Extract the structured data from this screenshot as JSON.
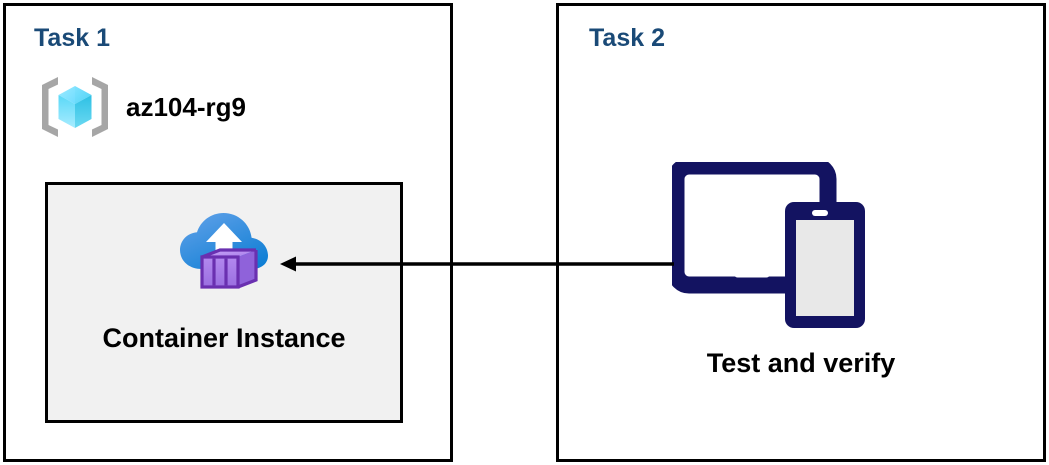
{
  "diagram": {
    "type": "azure-architecture-task-diagram",
    "background_color": "#ffffff",
    "panel_border_color": "#000000",
    "title_color": "#1a4a77",
    "panels": [
      {
        "id": "task1",
        "title": "Task 1",
        "resource_group": {
          "icon": "azure-resource-group-icon",
          "label": "az104-rg9",
          "bracket_color": "#a0a0a0",
          "cube_color": "#50e6ff"
        },
        "resource": {
          "icon": "azure-container-instance-icon",
          "label": "Container Instance",
          "box_fill": "#f1f1f1",
          "cloud_color": "#3b8fe0",
          "container_color": "#a67ae8"
        }
      },
      {
        "id": "task2",
        "title": "Task 2",
        "resource": {
          "icon": "devices-tablet-phone-icon",
          "label": "Test and verify",
          "device_color": "#131361",
          "phone_screen_color": "#e8e8e8"
        }
      }
    ],
    "connector": {
      "name": "task2-to-container-instance-arrow",
      "direction": "right-to-left",
      "color": "#000000",
      "from": "Test and verify",
      "to": "Container Instance"
    }
  }
}
